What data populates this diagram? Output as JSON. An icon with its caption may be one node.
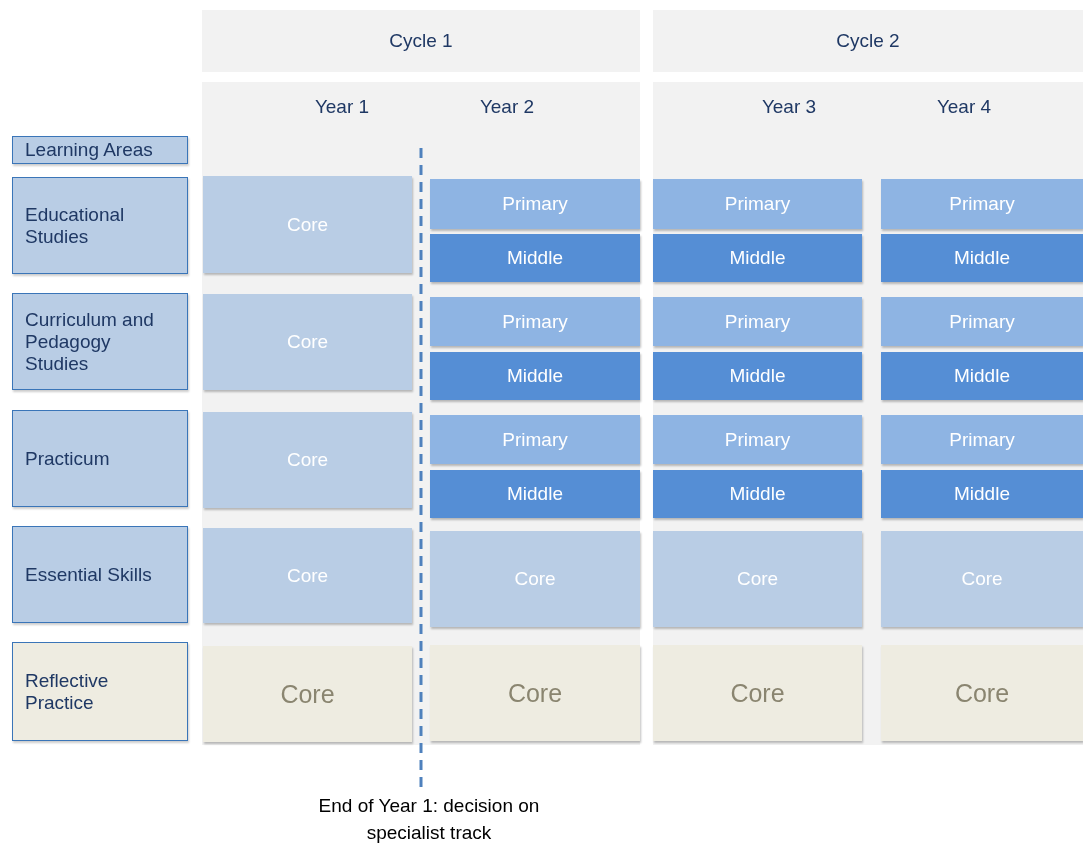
{
  "diagram": {
    "nodes": [
      {
        "text": [
          "Cycle 1"
        ]
      },
      {
        "text": [
          "Cycle 2"
        ]
      },
      {
        "text": [
          "Year 1",
          "Year 2"
        ]
      },
      {
        "text": [
          "Year 3",
          "Year 4"
        ]
      },
      {
        "text": [
          "Learning Areas"
        ]
      },
      {
        "text": [
          "Educational Studies"
        ]
      },
      {
        "text": [
          "Curriculum and Pedagogy Studies"
        ]
      },
      {
        "text": [
          "Practicum"
        ]
      },
      {
        "text": [
          "Essential Skills"
        ]
      },
      {
        "text": [
          "Reflective Practice"
        ]
      },
      {
        "text": [
          "Core"
        ],
        "in": 2
      },
      {
        "text": [
          "Primary"
        ],
        "in": 2
      },
      {
        "text": [
          "Middle"
        ],
        "in": 2
      },
      {
        "text": [
          "Primary"
        ],
        "in": 3
      },
      {
        "text": [
          "Middle"
        ],
        "in": 3
      },
      {
        "text": [
          "Primary"
        ],
        "in": 3
      },
      {
        "text": [
          "Middle"
        ],
        "in": 3
      },
      {
        "text": [
          "Core"
        ],
        "in": 2
      },
      {
        "text": [
          "Primary"
        ],
        "in": 2
      },
      {
        "text": [
          "Middle"
        ],
        "in": 2
      },
      {
        "text": [
          "Primary"
        ],
        "in": 3
      },
      {
        "text": [
          "Middle"
        ],
        "in": 3
      },
      {
        "text": [
          "Primary"
        ],
        "in": 3
      },
      {
        "text": [
          "Middle"
        ],
        "in": 3
      },
      {
        "text": [
          "Core"
        ],
        "in": 2
      },
      {
        "text": [
          "Primary"
        ],
        "in": 2
      },
      {
        "text": [
          "Middle"
        ],
        "in": 2
      },
      {
        "text": [
          "Primary"
        ],
        "in": 3
      },
      {
        "text": [
          "Middle"
        ],
        "in": 3
      },
      {
        "text": [
          "Primary"
        ],
        "in": 3
      },
      {
        "text": [
          "Middle"
        ],
        "in": 3
      },
      {
        "text": [
          "Core"
        ],
        "in": 2
      },
      {
        "text": [
          "Core"
        ],
        "in": 2
      },
      {
        "text": [
          "Core"
        ],
        "in": 3
      },
      {
        "text": [
          "Core"
        ],
        "in": 3
      },
      {
        "text": [
          "Core"
        ],
        "in": 2
      },
      {
        "text": [
          "Core"
        ],
        "in": 2
      },
      {
        "text": [
          "Core"
        ],
        "in": 3
      },
      {
        "text": [
          "Core"
        ],
        "in": 3
      }
    ],
    "labels": [
      "End of Year 1: decision on specialist track"
    ]
  }
}
